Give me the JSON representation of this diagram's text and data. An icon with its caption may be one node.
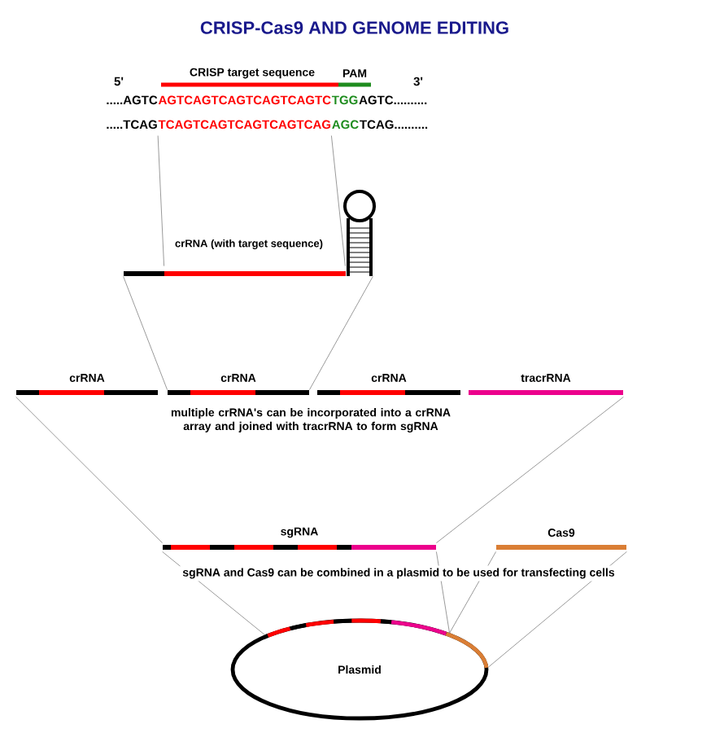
{
  "diagram": {
    "title": "CRISP-Cas9 AND GENOME EDITING",
    "nodes": [
      {
        "text": [
          "CRISP target sequence"
        ]
      },
      {
        "text": [
          "PAM"
        ]
      },
      {
        "text": [
          "TCAGTCAGTCAGTCAGTCAG"
        ]
      },
      {
        "text": [
          "crRNA (with target sequence)"
        ]
      },
      {
        "text": [
          "crRNA"
        ]
      },
      {
        "text": [
          "crRNA"
        ]
      },
      {
        "text": [
          "crRNA"
        ]
      },
      {
        "text": [
          "tracrRNA"
        ]
      },
      {
        "text": [
          "sgRNA"
        ]
      },
      {
        "text": [
          "Cas9"
        ]
      },
      {
        "text": [
          "Plasmid"
        ]
      }
    ],
    "edges": [
      {
        "from": 2,
        "to": 3,
        "arrow": "none"
      },
      {
        "from": 2,
        "to": 3,
        "arrow": "none"
      },
      {
        "from": 3,
        "to": 5,
        "arrow": "none"
      },
      {
        "from": 3,
        "to": 5,
        "arrow": "none"
      },
      {
        "from": 4,
        "to": 8,
        "arrow": "none"
      },
      {
        "from": 7,
        "to": 8,
        "arrow": "none"
      },
      {
        "from": 8,
        "to": 10,
        "arrow": "none"
      },
      {
        "from": 8,
        "to": 10,
        "arrow": "none"
      },
      {
        "from": 9,
        "to": 10,
        "arrow": "none"
      },
      {
        "from": 9,
        "to": 10,
        "arrow": "none"
      }
    ],
    "labels": [
      "5'",
      "3'",
      ".....AGTC",
      "AGTCAGTCAGTCAGTCAGTC",
      "TGG",
      "AGTC..........",
      ".....TCAG",
      "AGC",
      "TCAG..........",
      "multiple crRNA's can be incorporated into a crRNA array and joined with tracrRNA to form sgRNA",
      "sgRNA and Cas9 can be combined in a plasmid to be used for transfecting cells"
    ]
  }
}
